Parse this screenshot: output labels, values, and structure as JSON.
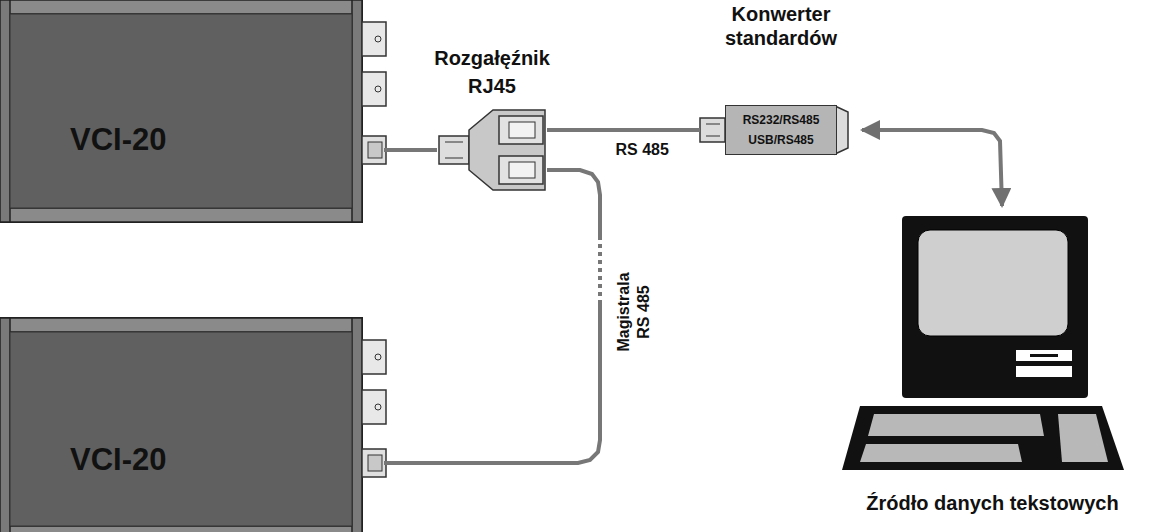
{
  "diagram": {
    "nodes": [
      {
        "text": [
          "VCI-20"
        ]
      },
      {
        "text": [
          "Rozgałęźnik RJ45"
        ]
      },
      {
        "text": [
          "Konwerter standardów",
          "RS232/RS485 USB/RS485"
        ]
      },
      {
        "text": [
          "VCI-20"
        ]
      },
      {
        "text": [
          "Źródło danych tekstowych"
        ]
      }
    ],
    "edges": [
      {
        "from": 0,
        "to": 1,
        "arrow": "none"
      },
      {
        "from": 1,
        "to": 2,
        "label": "RS 485",
        "arrow": "none"
      },
      {
        "from": 1,
        "to": 3,
        "label": "Magistrala RS 485",
        "arrow": "none"
      },
      {
        "from": 2,
        "to": 4,
        "arrow": "both"
      }
    ]
  }
}
